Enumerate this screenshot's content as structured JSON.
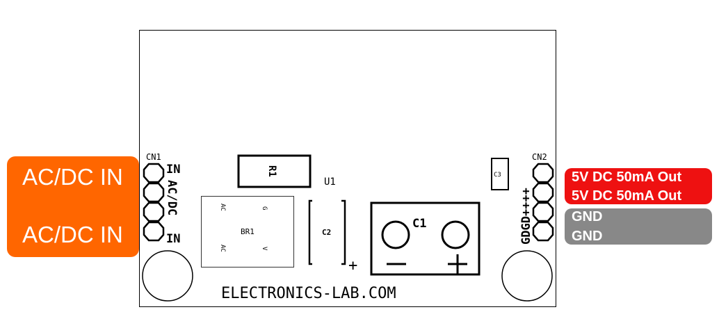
{
  "input_labels": [
    "AC/DC IN",
    "AC/DC IN"
  ],
  "output_labels": {
    "positive": [
      "5V DC 50mA Out",
      "5V DC 50mA Out"
    ],
    "ground": [
      "GND",
      "GND"
    ]
  },
  "pcb": {
    "silkscreen_text": "ELECTRONICS-LAB.COM",
    "cn1": {
      "ref": "CN1",
      "pin_text": [
        "IN",
        "AC/DC",
        "IN"
      ]
    },
    "cn2": {
      "ref": "CN2",
      "pin_text": "GDGD++++"
    },
    "r1": "R1",
    "u1": "U1",
    "br1": {
      "ref": "BR1",
      "pins": [
        "AC",
        "G",
        "AC",
        "V"
      ]
    },
    "c1": {
      "ref": "C1",
      "minus": "—",
      "plus": "+"
    },
    "c2": {
      "ref": "C2",
      "plus": "+"
    },
    "c3": "C3"
  },
  "colors": {
    "input_label_bg": "#ff6600",
    "output_positive_bg": "#ee1111",
    "output_ground_bg": "#888888"
  }
}
